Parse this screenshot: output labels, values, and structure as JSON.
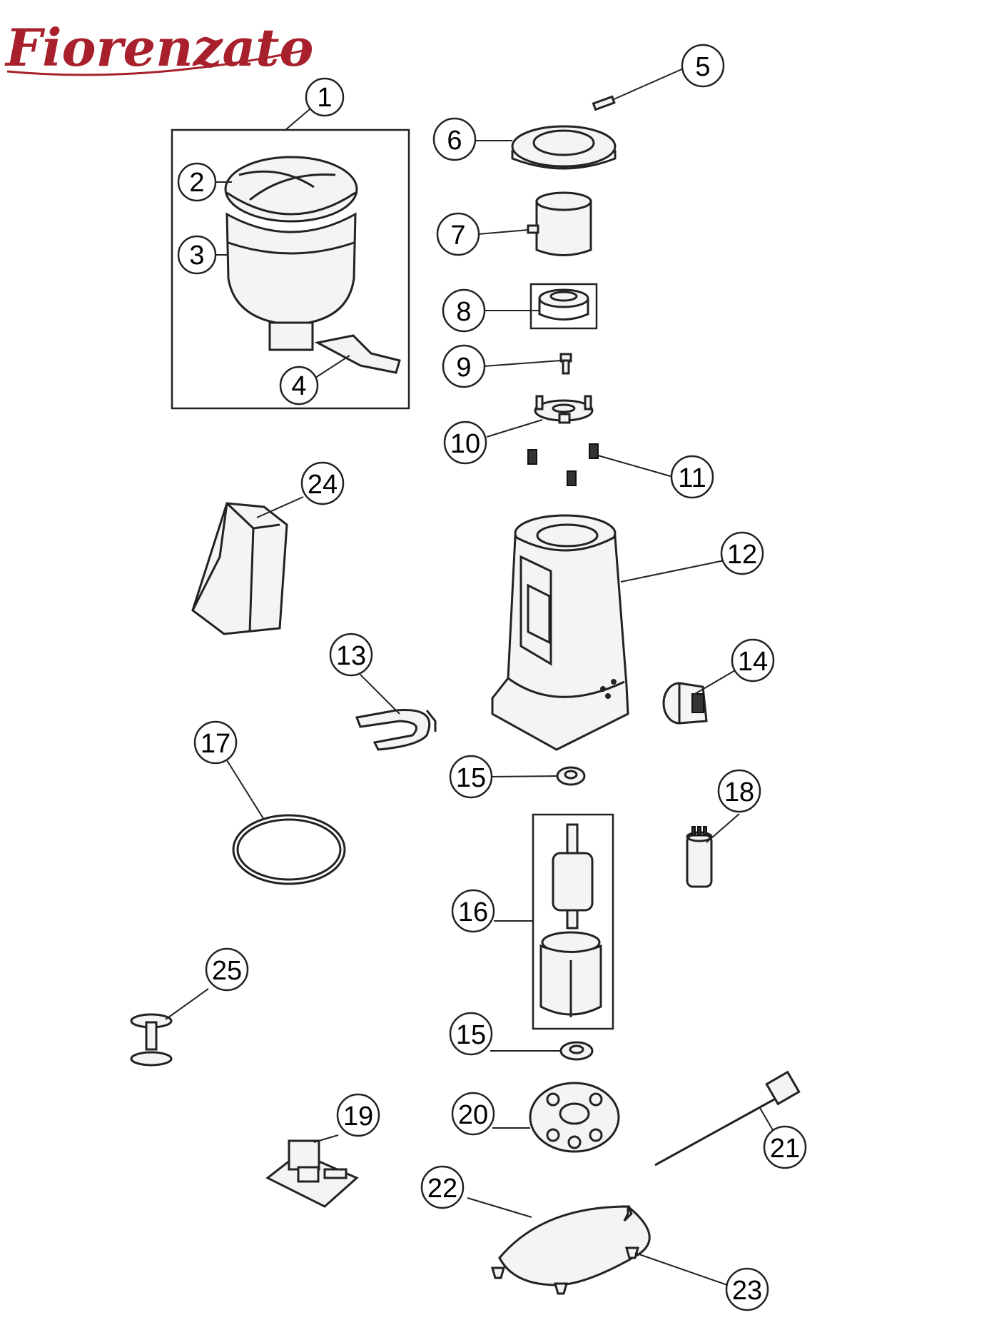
{
  "brand": {
    "name": "Fiorenzato",
    "color": "#a8202c"
  },
  "callouts": [
    "1",
    "2",
    "3",
    "4",
    "5",
    "6",
    "7",
    "8",
    "9",
    "10",
    "11",
    "12",
    "13",
    "14",
    "15",
    "16",
    "17",
    "18",
    "19",
    "20",
    "21",
    "22",
    "23",
    "24",
    "25"
  ],
  "callout_15_repeat": "15"
}
